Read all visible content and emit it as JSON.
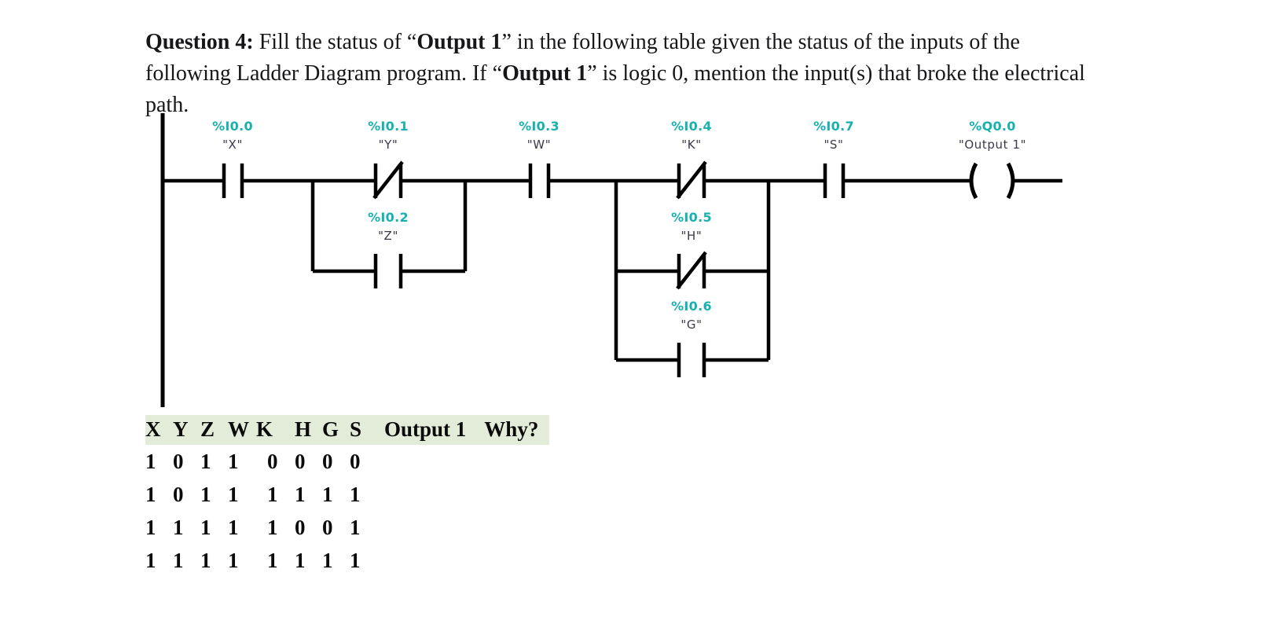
{
  "question": {
    "label": "Question 4:",
    "part1": " Fill the status of “",
    "bold1": "Output 1",
    "part2": "” in the following table given the status of the inputs of the following Ladder Diagram program. If “",
    "bold2": "Output 1",
    "part3": "” is logic 0, mention the input(s) that broke the electrical path."
  },
  "ladder": {
    "colors": {
      "address": "#19b0b0",
      "name": "#3a3a4a",
      "wire": "#000000"
    },
    "elements": [
      {
        "id": "x",
        "address": "%I0.0",
        "name": "\"X\"",
        "type": "contact-no",
        "branch": "main"
      },
      {
        "id": "y",
        "address": "%I0.1",
        "name": "\"Y\"",
        "type": "contact-nc",
        "branch": "main"
      },
      {
        "id": "z",
        "address": "%I0.2",
        "name": "\"Z\"",
        "type": "contact-no",
        "branch": "parallel-with-y"
      },
      {
        "id": "w",
        "address": "%I0.3",
        "name": "\"W\"",
        "type": "contact-no",
        "branch": "main"
      },
      {
        "id": "k",
        "address": "%I0.4",
        "name": "\"K\"",
        "type": "contact-nc",
        "branch": "main"
      },
      {
        "id": "h",
        "address": "%I0.5",
        "name": "\"H\"",
        "type": "contact-nc",
        "branch": "parallel-with-k"
      },
      {
        "id": "g",
        "address": "%I0.6",
        "name": "\"G\"",
        "type": "contact-no",
        "branch": "parallel-with-k"
      },
      {
        "id": "s",
        "address": "%I0.7",
        "name": "\"S\"",
        "type": "contact-no",
        "branch": "main"
      },
      {
        "id": "q",
        "address": "%Q0.0",
        "name": "\"Output 1\"",
        "type": "coil",
        "branch": "main"
      }
    ]
  },
  "table": {
    "headers": [
      "X",
      "Y",
      "Z",
      "W",
      "K",
      "H",
      "G",
      "S",
      "Output 1",
      "Why?"
    ],
    "rows": [
      {
        "X": "1",
        "Y": "0",
        "Z": "1",
        "W": "1",
        "K": "0",
        "H": "0",
        "G": "0",
        "S": "0",
        "Output 1": "",
        "Why?": ""
      },
      {
        "X": "1",
        "Y": "0",
        "Z": "1",
        "W": "1",
        "K": "1",
        "H": "1",
        "G": "1",
        "S": "1",
        "Output 1": "",
        "Why?": ""
      },
      {
        "X": "1",
        "Y": "1",
        "Z": "1",
        "W": "1",
        "K": "1",
        "H": "0",
        "G": "0",
        "S": "1",
        "Output 1": "",
        "Why?": ""
      },
      {
        "X": "1",
        "Y": "1",
        "Z": "1",
        "W": "1",
        "K": "1",
        "H": "1",
        "G": "1",
        "S": "1",
        "Output 1": "",
        "Why?": ""
      }
    ]
  }
}
